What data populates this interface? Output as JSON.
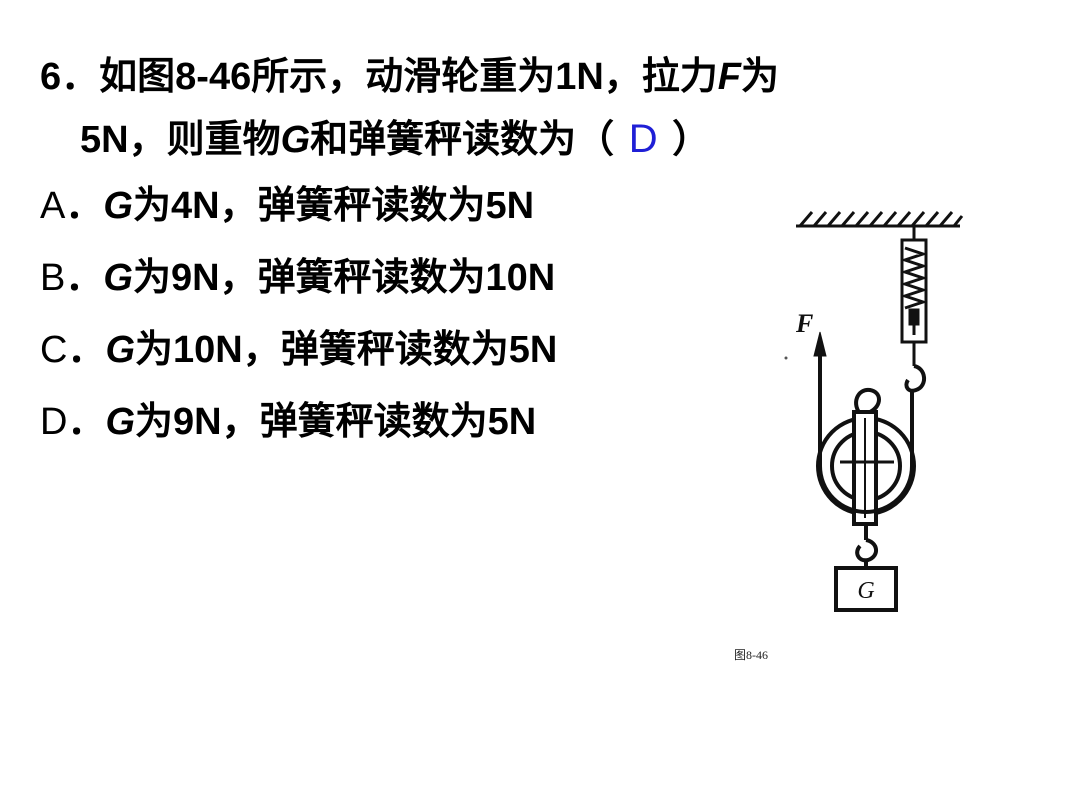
{
  "question": {
    "number": "6",
    "sep": "．",
    "line1_text": "如图8-46所示，动滑轮重为1N，拉力",
    "force_symbol": "F",
    "line1_end": "为",
    "line2_start": "5N，则重物",
    "weight_symbol": "G",
    "line2_middle": "和弹簧秤读数为（",
    "answer": "D",
    "line2_end": "）"
  },
  "options": [
    {
      "letter": "A",
      "sep": "．",
      "symbol": "G",
      "text": "为4N，弹簧秤读数为5N"
    },
    {
      "letter": "B",
      "sep": "．",
      "symbol": "G",
      "text": "为9N，弹簧秤读数为10N"
    },
    {
      "letter": "C",
      "sep": "．",
      "symbol": "G",
      "text": "为10N，弹簧秤读数为5N"
    },
    {
      "letter": "D",
      "sep": "．",
      "symbol": "G",
      "text": "为9N，弹簧秤读数为5N"
    }
  ],
  "figure": {
    "force_label": "F",
    "weight_label": "G",
    "caption": "图8-46"
  }
}
